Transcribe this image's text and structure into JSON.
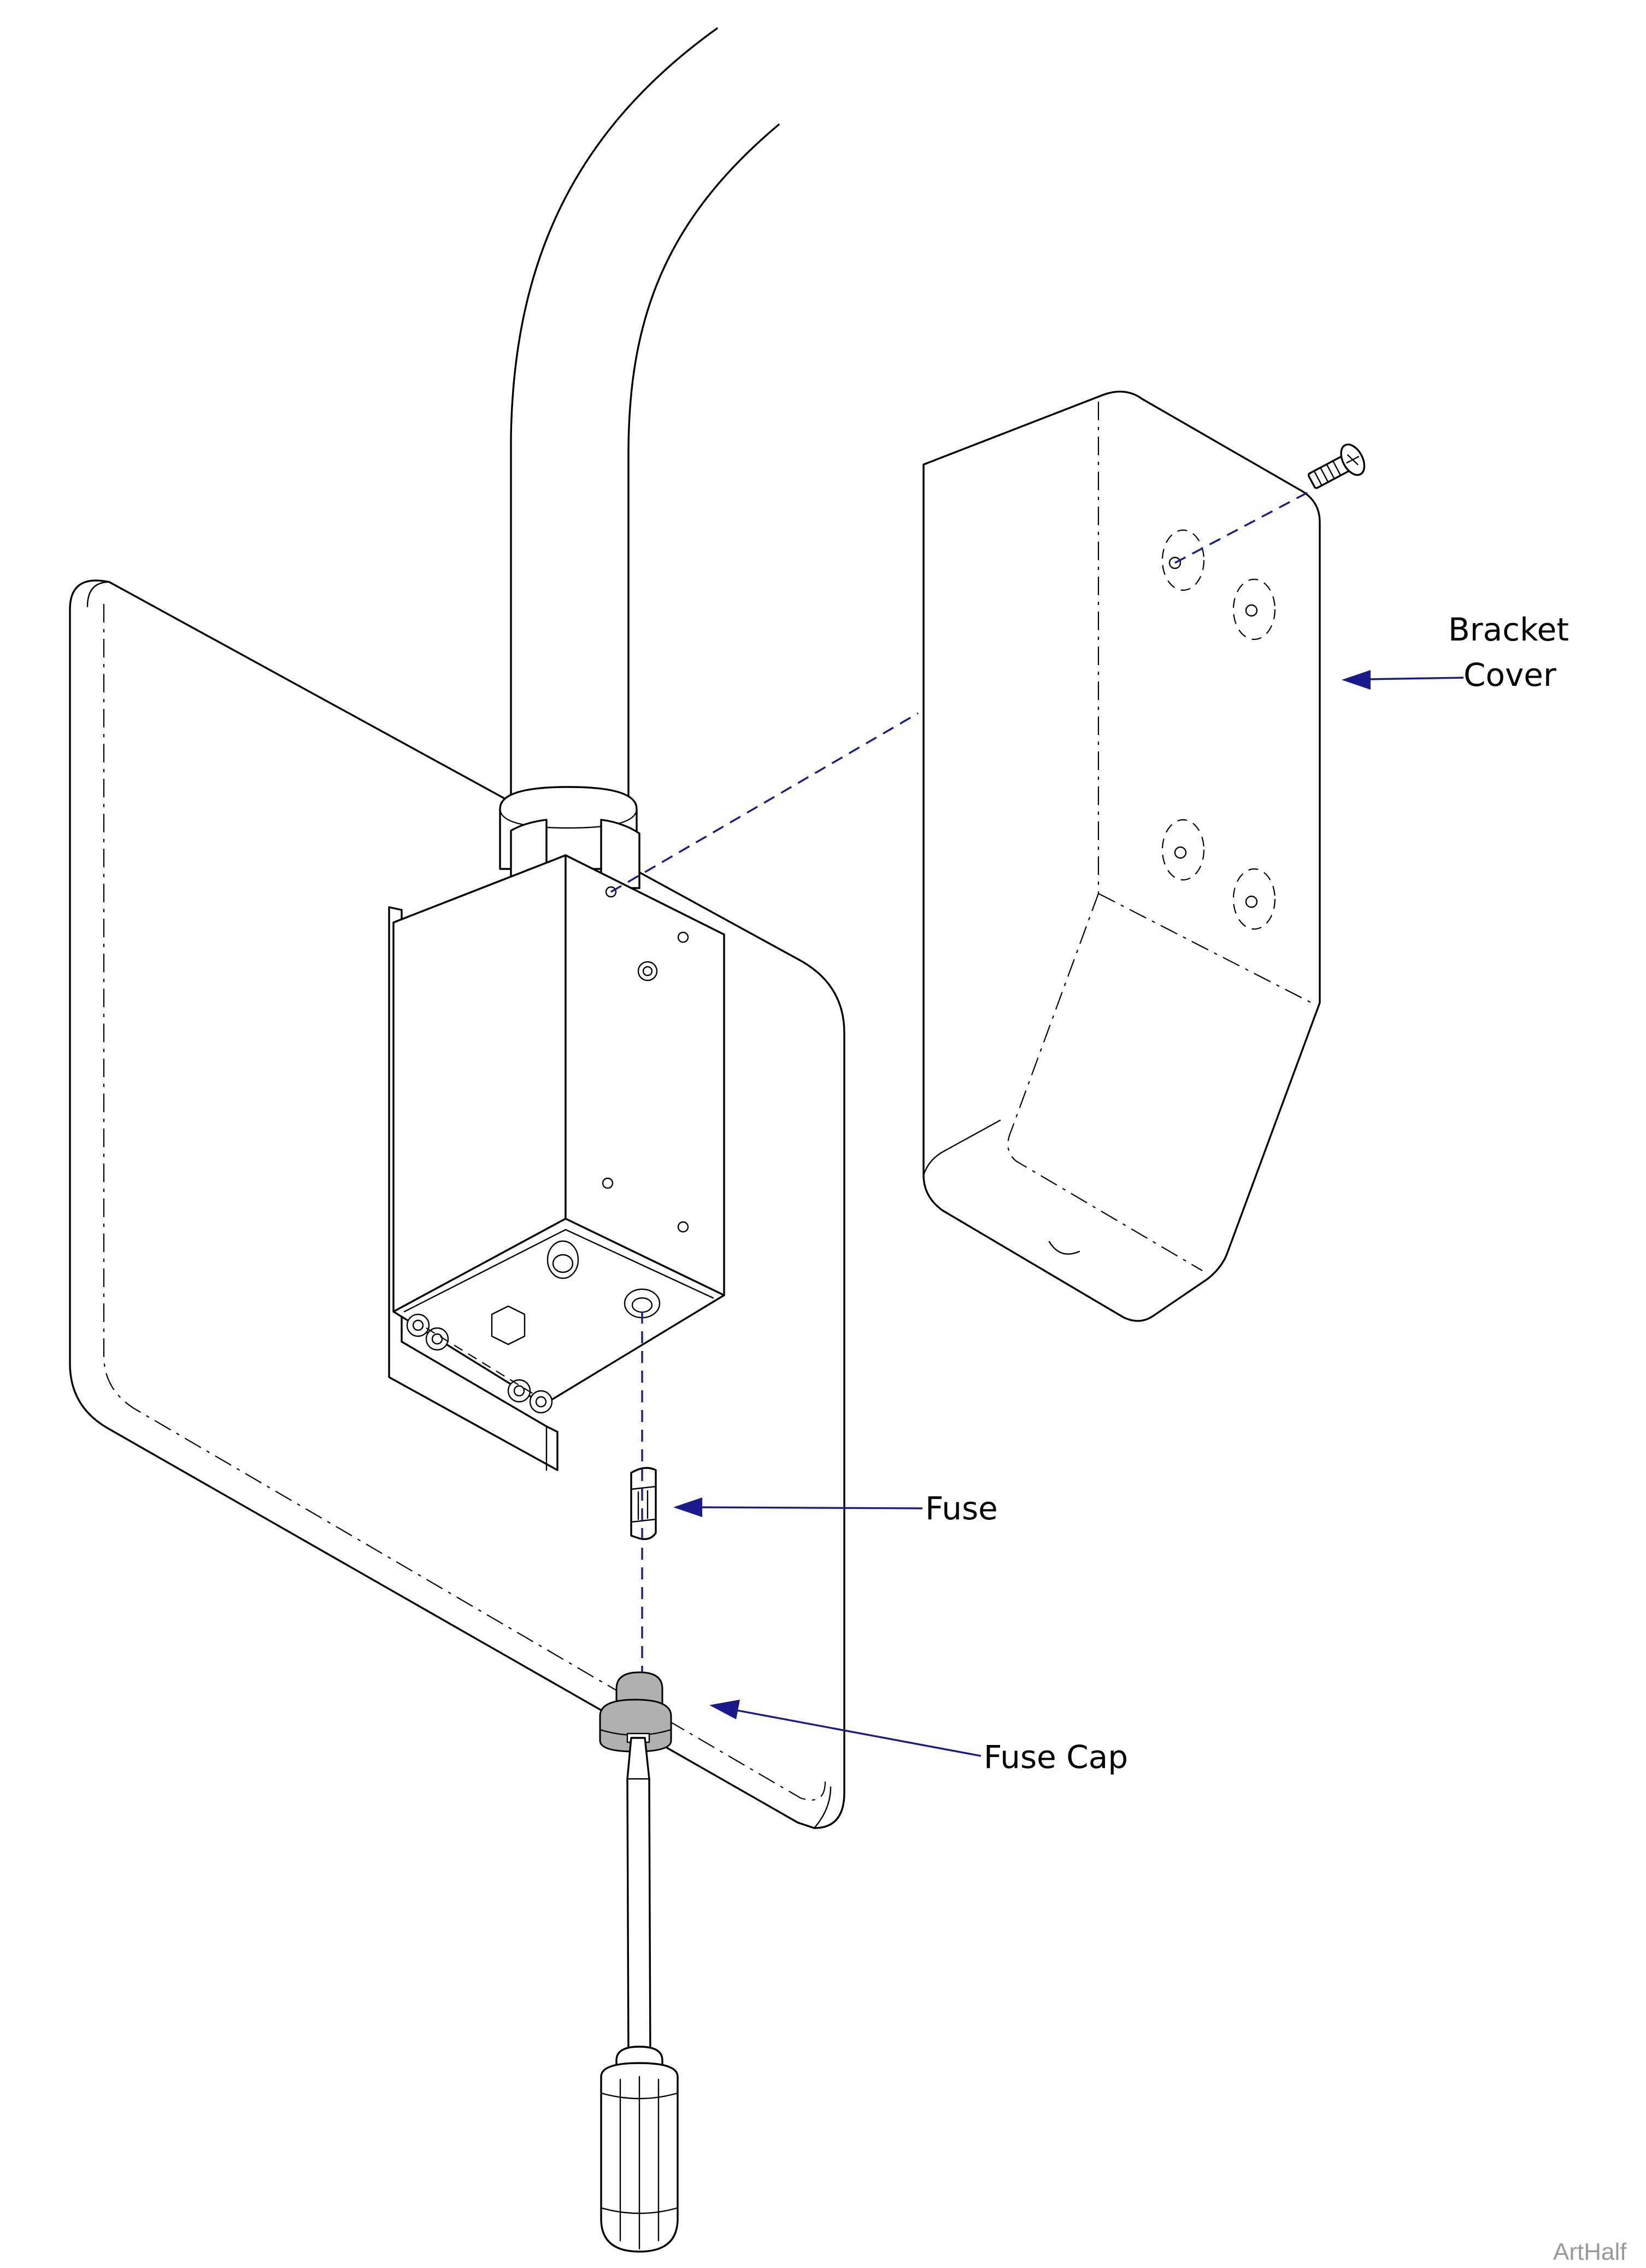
{
  "colors": {
    "leader": "#1a1a8c",
    "line": "#000000",
    "watermark": "#9a9a9a",
    "cap_fill": "#b0b0b0"
  },
  "labels": {
    "bracket_cover_line1": "Bracket",
    "bracket_cover_line2": "Cover",
    "fuse": "Fuse",
    "fuse_cap": "Fuse Cap"
  },
  "watermark": "ArtHalf"
}
